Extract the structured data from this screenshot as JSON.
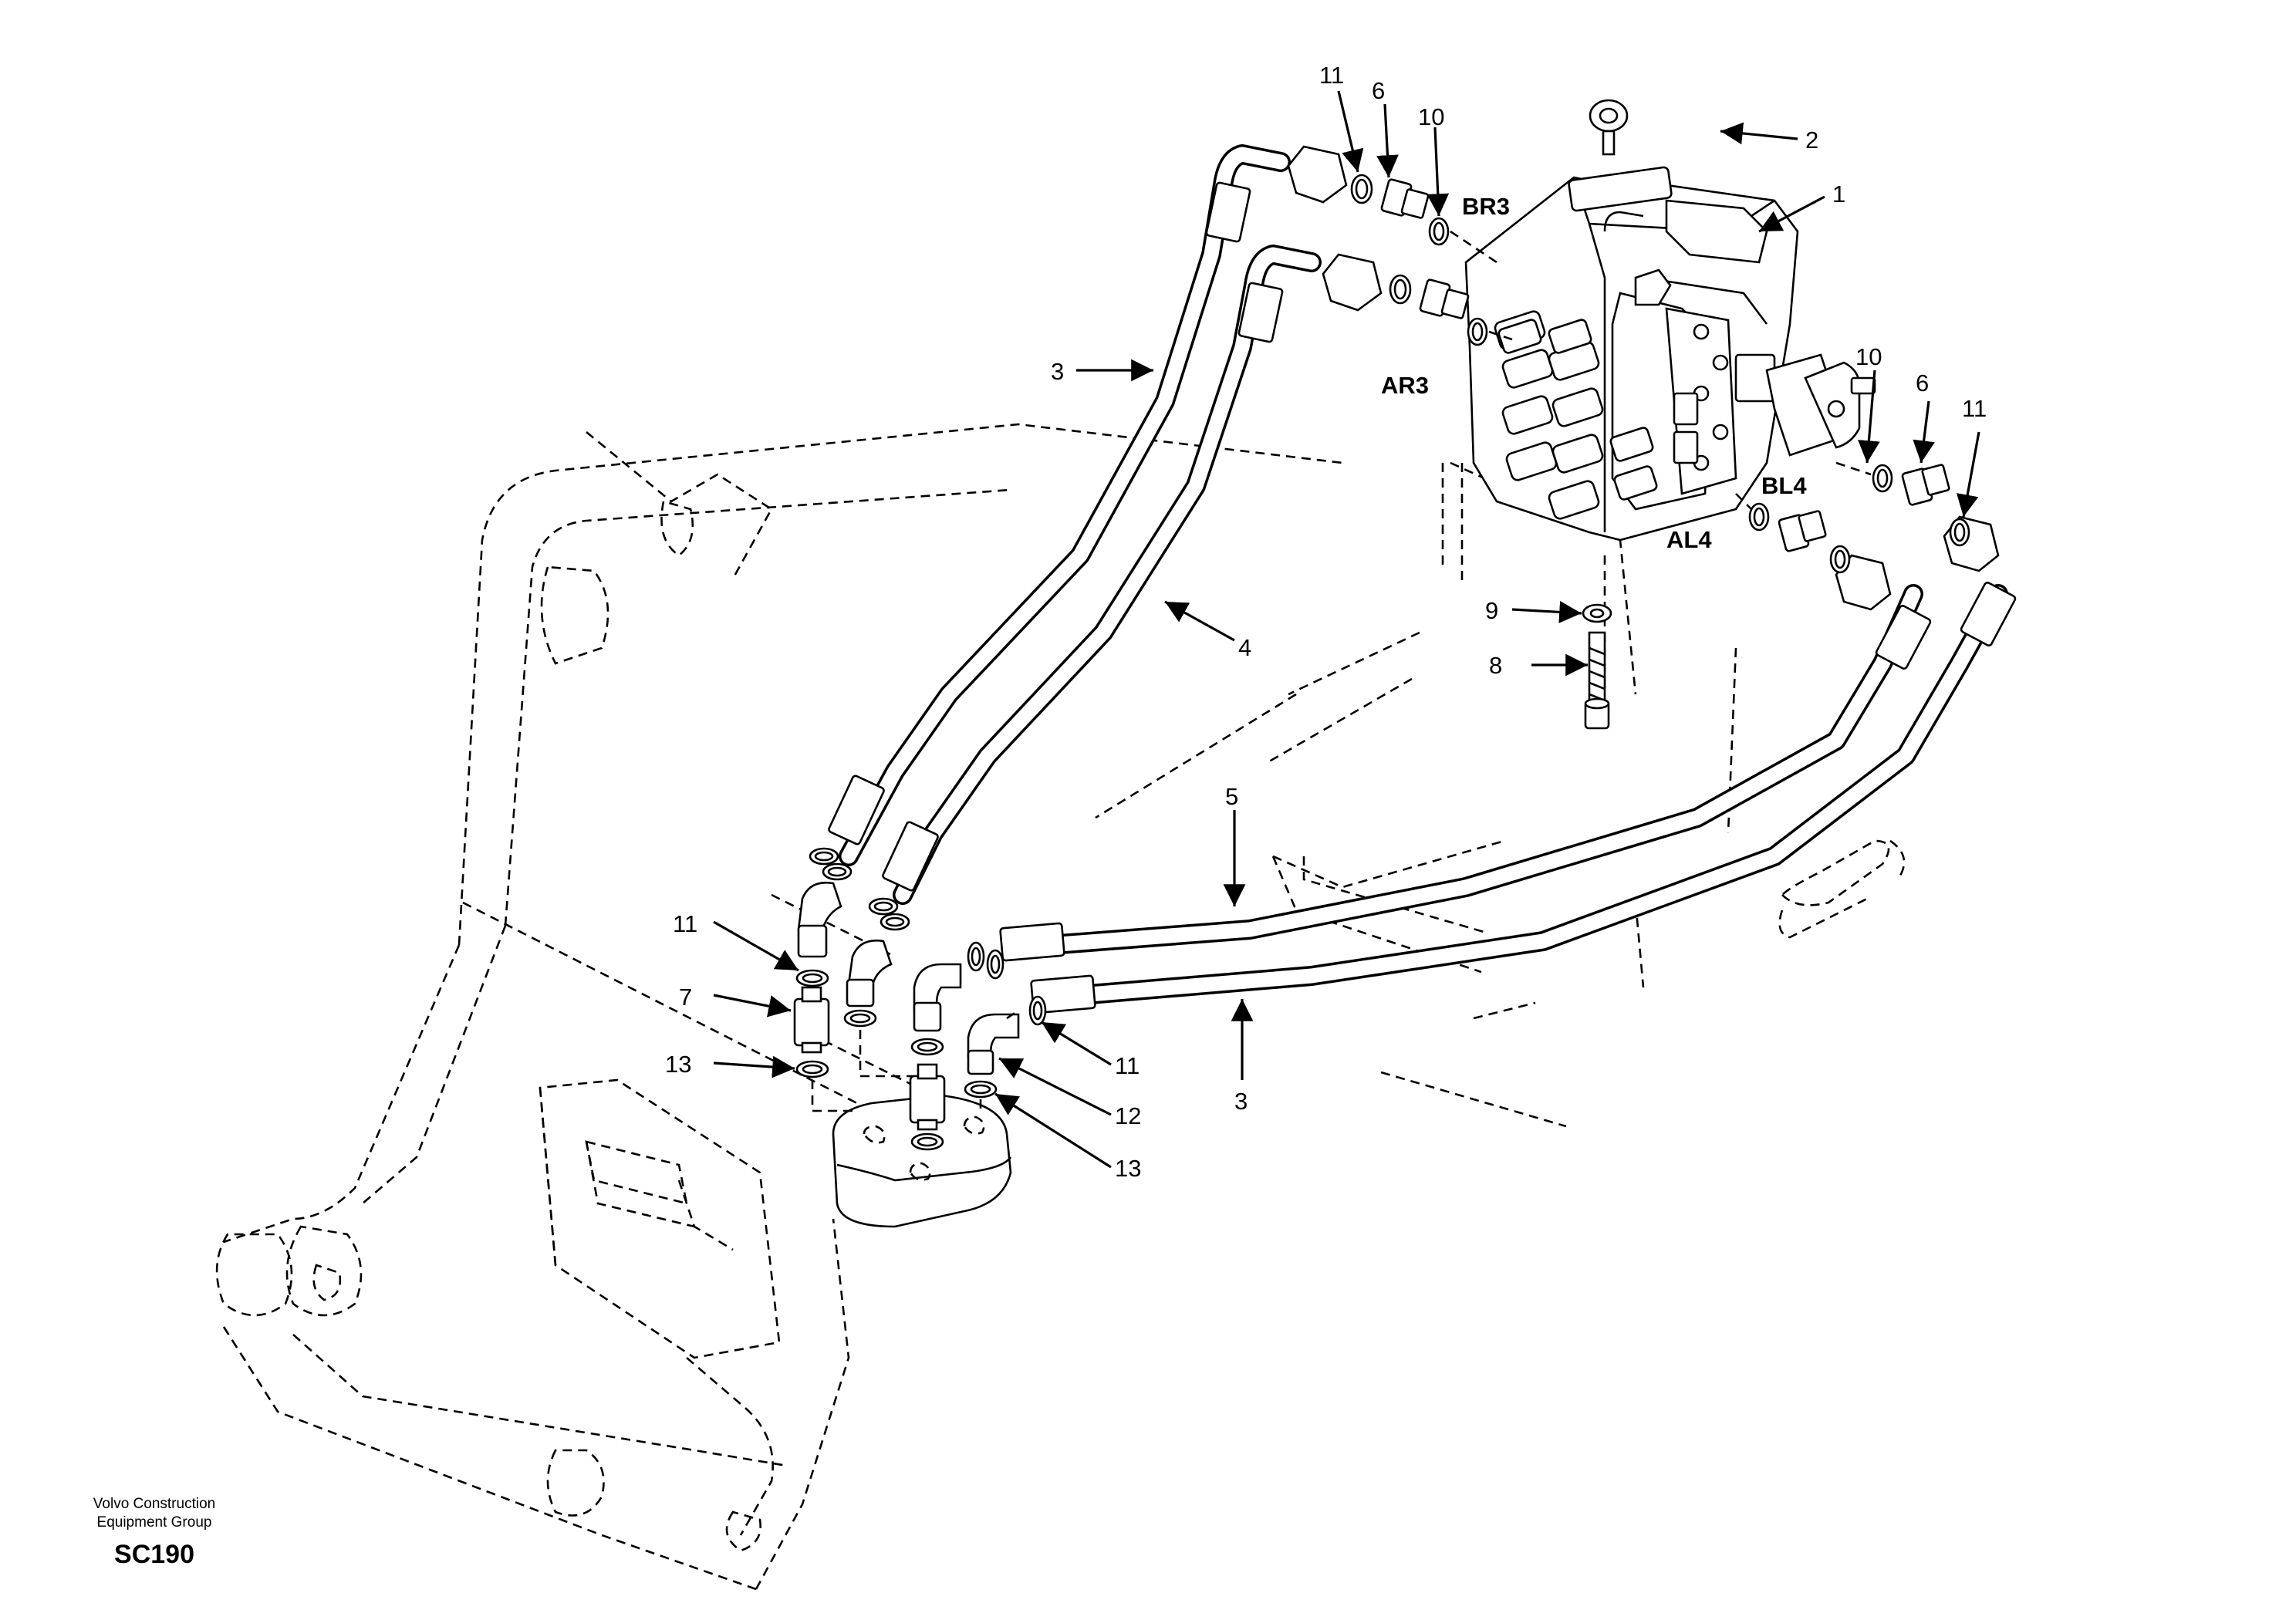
{
  "callouts": [
    "1",
    "2",
    "3",
    "3",
    "4",
    "5",
    "6",
    "6",
    "7",
    "8",
    "9",
    "10",
    "10",
    "11",
    "11",
    "11",
    "11",
    "12",
    "13",
    "13"
  ],
  "ports": [
    "BR3",
    "AR3",
    "BL4",
    "AL4"
  ],
  "footer": {
    "company_line1": "Volvo Construction",
    "company_line2": "Equipment Group",
    "code": "SC190"
  }
}
